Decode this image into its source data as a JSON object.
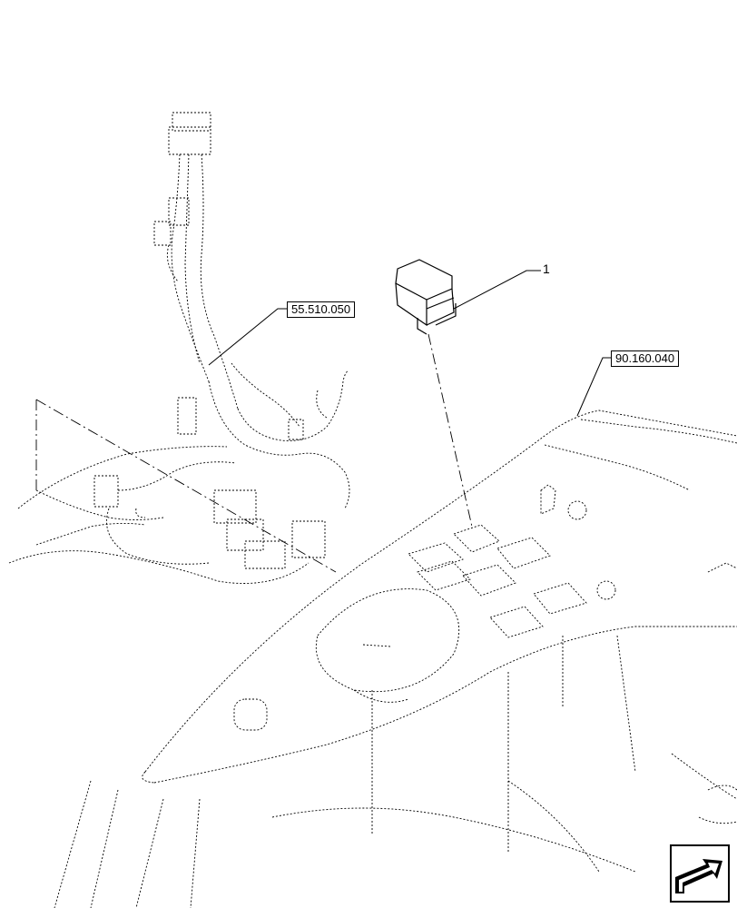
{
  "diagram": {
    "references": [
      {
        "label": "55.510.050"
      },
      {
        "label": "90.160.040"
      }
    ],
    "callouts": [
      {
        "number": "1"
      }
    ],
    "nav_icon": "next-page-arrow-icon"
  }
}
